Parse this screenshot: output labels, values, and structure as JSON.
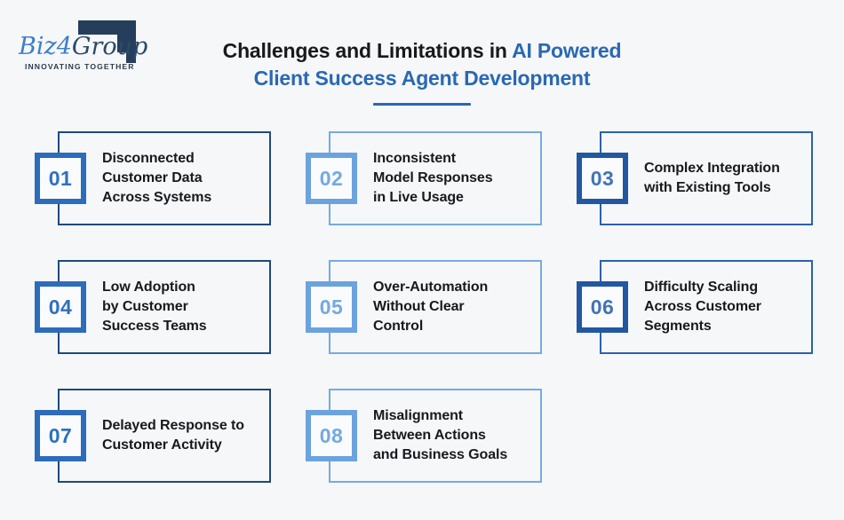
{
  "page": {
    "background": "#f5f7f9"
  },
  "logo": {
    "part1": "Biz",
    "part2": "4",
    "part3": "Group",
    "tagline": "INNOVATING TOGETHER",
    "colors": {
      "part1": "#3e7dc9",
      "part2": "#3e7dc9",
      "part3": "#2c4a69",
      "shape": "#253e5c",
      "tagline": "#2c3a49"
    }
  },
  "header": {
    "title_black": "Challenges and Limitations in",
    "title_blue_inline": "AI Powered",
    "title_line2": "Client Success Agent Development",
    "accent": "#2a68b3",
    "text_color": "#17191c"
  },
  "cards": [
    {
      "number": "01",
      "text": "Disconnected\nCustomer Data\nAcross Systems",
      "colors": {
        "outer": "#1e4a7c",
        "box": "#2c6cba",
        "number": "#2e70c0"
      }
    },
    {
      "number": "02",
      "text": "Inconsistent\nModel Responses\nin Live Usage",
      "colors": {
        "outer": "#76aae1",
        "box": "#6ba3de",
        "number": "#74a9e2"
      }
    },
    {
      "number": "03",
      "text": "Complex Integration\nwith Existing Tools",
      "colors": {
        "outer": "#2a62ab",
        "box": "#2257a2",
        "number": "#4273b4"
      }
    },
    {
      "number": "04",
      "text": "Low Adoption\nby Customer\nSuccess Teams",
      "colors": {
        "outer": "#1e4a7c",
        "box": "#2c6cba",
        "number": "#2e70c0"
      }
    },
    {
      "number": "05",
      "text": "Over-Automation\nWithout Clear\nControl",
      "colors": {
        "outer": "#76aae1",
        "box": "#6ba3de",
        "number": "#74a9e2"
      }
    },
    {
      "number": "06",
      "text": "Difficulty Scaling\nAcross Customer\nSegments",
      "colors": {
        "outer": "#2a62ab",
        "box": "#2257a2",
        "number": "#4273b4"
      }
    },
    {
      "number": "07",
      "text": "Delayed Response to\nCustomer Activity",
      "colors": {
        "outer": "#1e4a7c",
        "box": "#2c6cba",
        "number": "#2e70c0"
      }
    },
    {
      "number": "08",
      "text": "Misalignment\nBetween Actions\nand Business Goals",
      "colors": {
        "outer": "#76aae1",
        "box": "#6ba3de",
        "number": "#74a9e2"
      }
    }
  ]
}
